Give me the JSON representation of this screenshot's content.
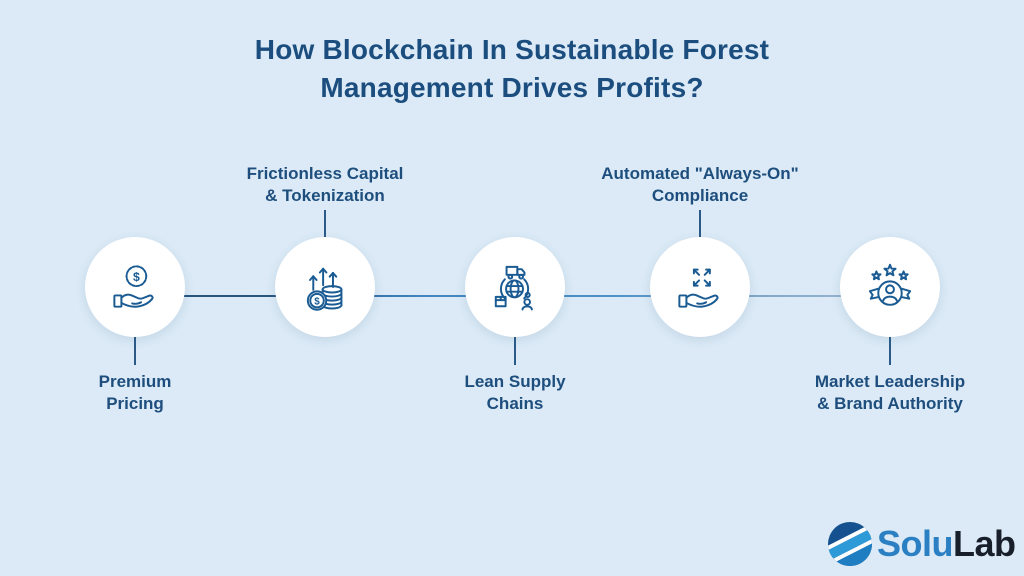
{
  "background_color": "#dbeaf6",
  "accent_dark": "#1b4d7e",
  "icon_stroke_color": "#1a5b93",
  "timeline_gradient": [
    "#25547e",
    "#3f86c2",
    "#9db9d0"
  ],
  "title": "How Blockchain In Sustainable Forest\nManagement Drives Profits?",
  "steps": [
    {
      "icon": "hand-dollar-coin-icon",
      "label": "Premium\nPricing",
      "label_position": "below"
    },
    {
      "icon": "coins-growth-arrows-icon",
      "label": "Frictionless Capital\n& Tokenization",
      "label_position": "above"
    },
    {
      "icon": "global-supply-chain-icon",
      "label": "Lean Supply\nChains",
      "label_position": "below"
    },
    {
      "icon": "hand-expand-arrows-icon",
      "label": "Automated \"Always-On\"\nCompliance",
      "label_position": "above"
    },
    {
      "icon": "award-person-stars-icon",
      "label": "Market Leadership\n& Brand Authority",
      "label_position": "below"
    }
  ],
  "logo": {
    "name": "SoluLab",
    "part1": "Solu",
    "part2": "Lab",
    "part1_color": "#2b7fc3",
    "part2_color": "#181f2a",
    "icon": "solulab-sphere-icon"
  }
}
